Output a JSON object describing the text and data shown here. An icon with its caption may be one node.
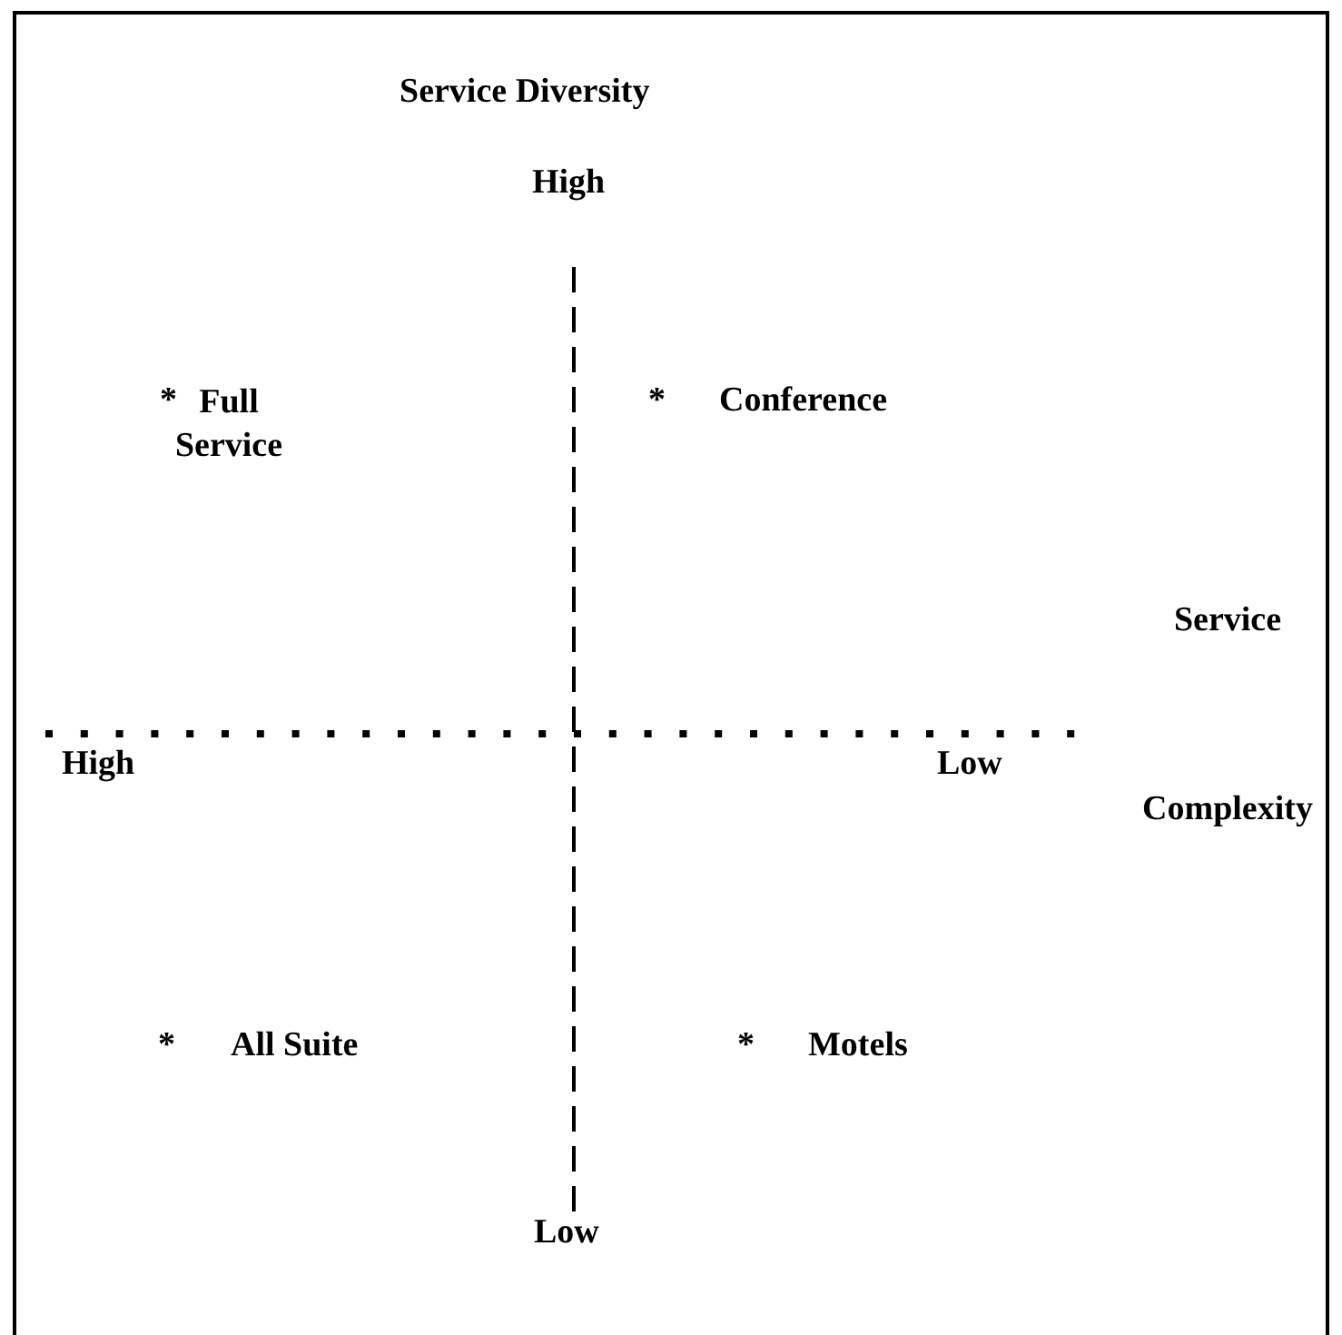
{
  "diagram": {
    "labels": [
      "Service Diversity",
      "High",
      "*",
      "Full Service",
      "*",
      "Conference",
      "Service Complexity",
      "High",
      "Low",
      "*",
      "All Suite",
      "*",
      "Motels",
      "Low"
    ]
  }
}
